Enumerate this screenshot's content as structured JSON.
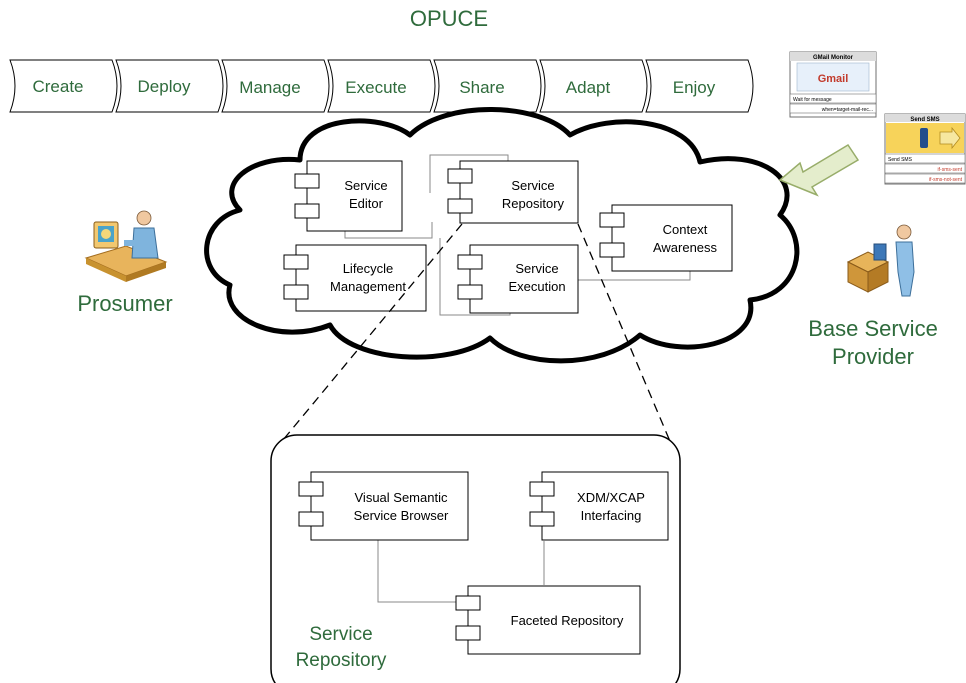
{
  "title": "OPUCE",
  "phases": [
    "Create",
    "Deploy",
    "Manage",
    "Execute",
    "Share",
    "Adapt",
    "Enjoy"
  ],
  "actors": {
    "prosumer": "Prosumer",
    "provider_line1": "Base Service",
    "provider_line2": "Provider"
  },
  "cloud_components": {
    "service_editor": [
      "Service",
      "Editor"
    ],
    "service_repository": [
      "Service",
      "Repository"
    ],
    "context_awareness": [
      "Context",
      "Awareness"
    ],
    "lifecycle_management": [
      "Lifecycle",
      "Management"
    ],
    "service_execution": [
      "Service",
      "Execution"
    ]
  },
  "repository_detail": {
    "visual_browser": [
      "Visual Semantic",
      "Service Browser"
    ],
    "xdm_xcap": [
      "XDM/XCAP",
      "Interfacing"
    ],
    "faceted": "Faceted Repository",
    "label_line1": "Service",
    "label_line2": "Repository"
  },
  "thumbnails": {
    "gmail_title": "GMail Monitor",
    "gmail_logo": "Gmail",
    "gmail_row1": "Wait for message",
    "gmail_row2": "when=target-mail-rec...",
    "sms_title": "Send SMS",
    "sms_row1": "Send SMS",
    "sms_row2": "if-sms-sent",
    "sms_row3": "if-sms-not-sent"
  },
  "colors": {
    "heading_green": "#2f6b3c",
    "cloud_stroke": "#000000",
    "arrow_fill": "#e4edcc",
    "arrow_stroke": "#98ad6a"
  }
}
